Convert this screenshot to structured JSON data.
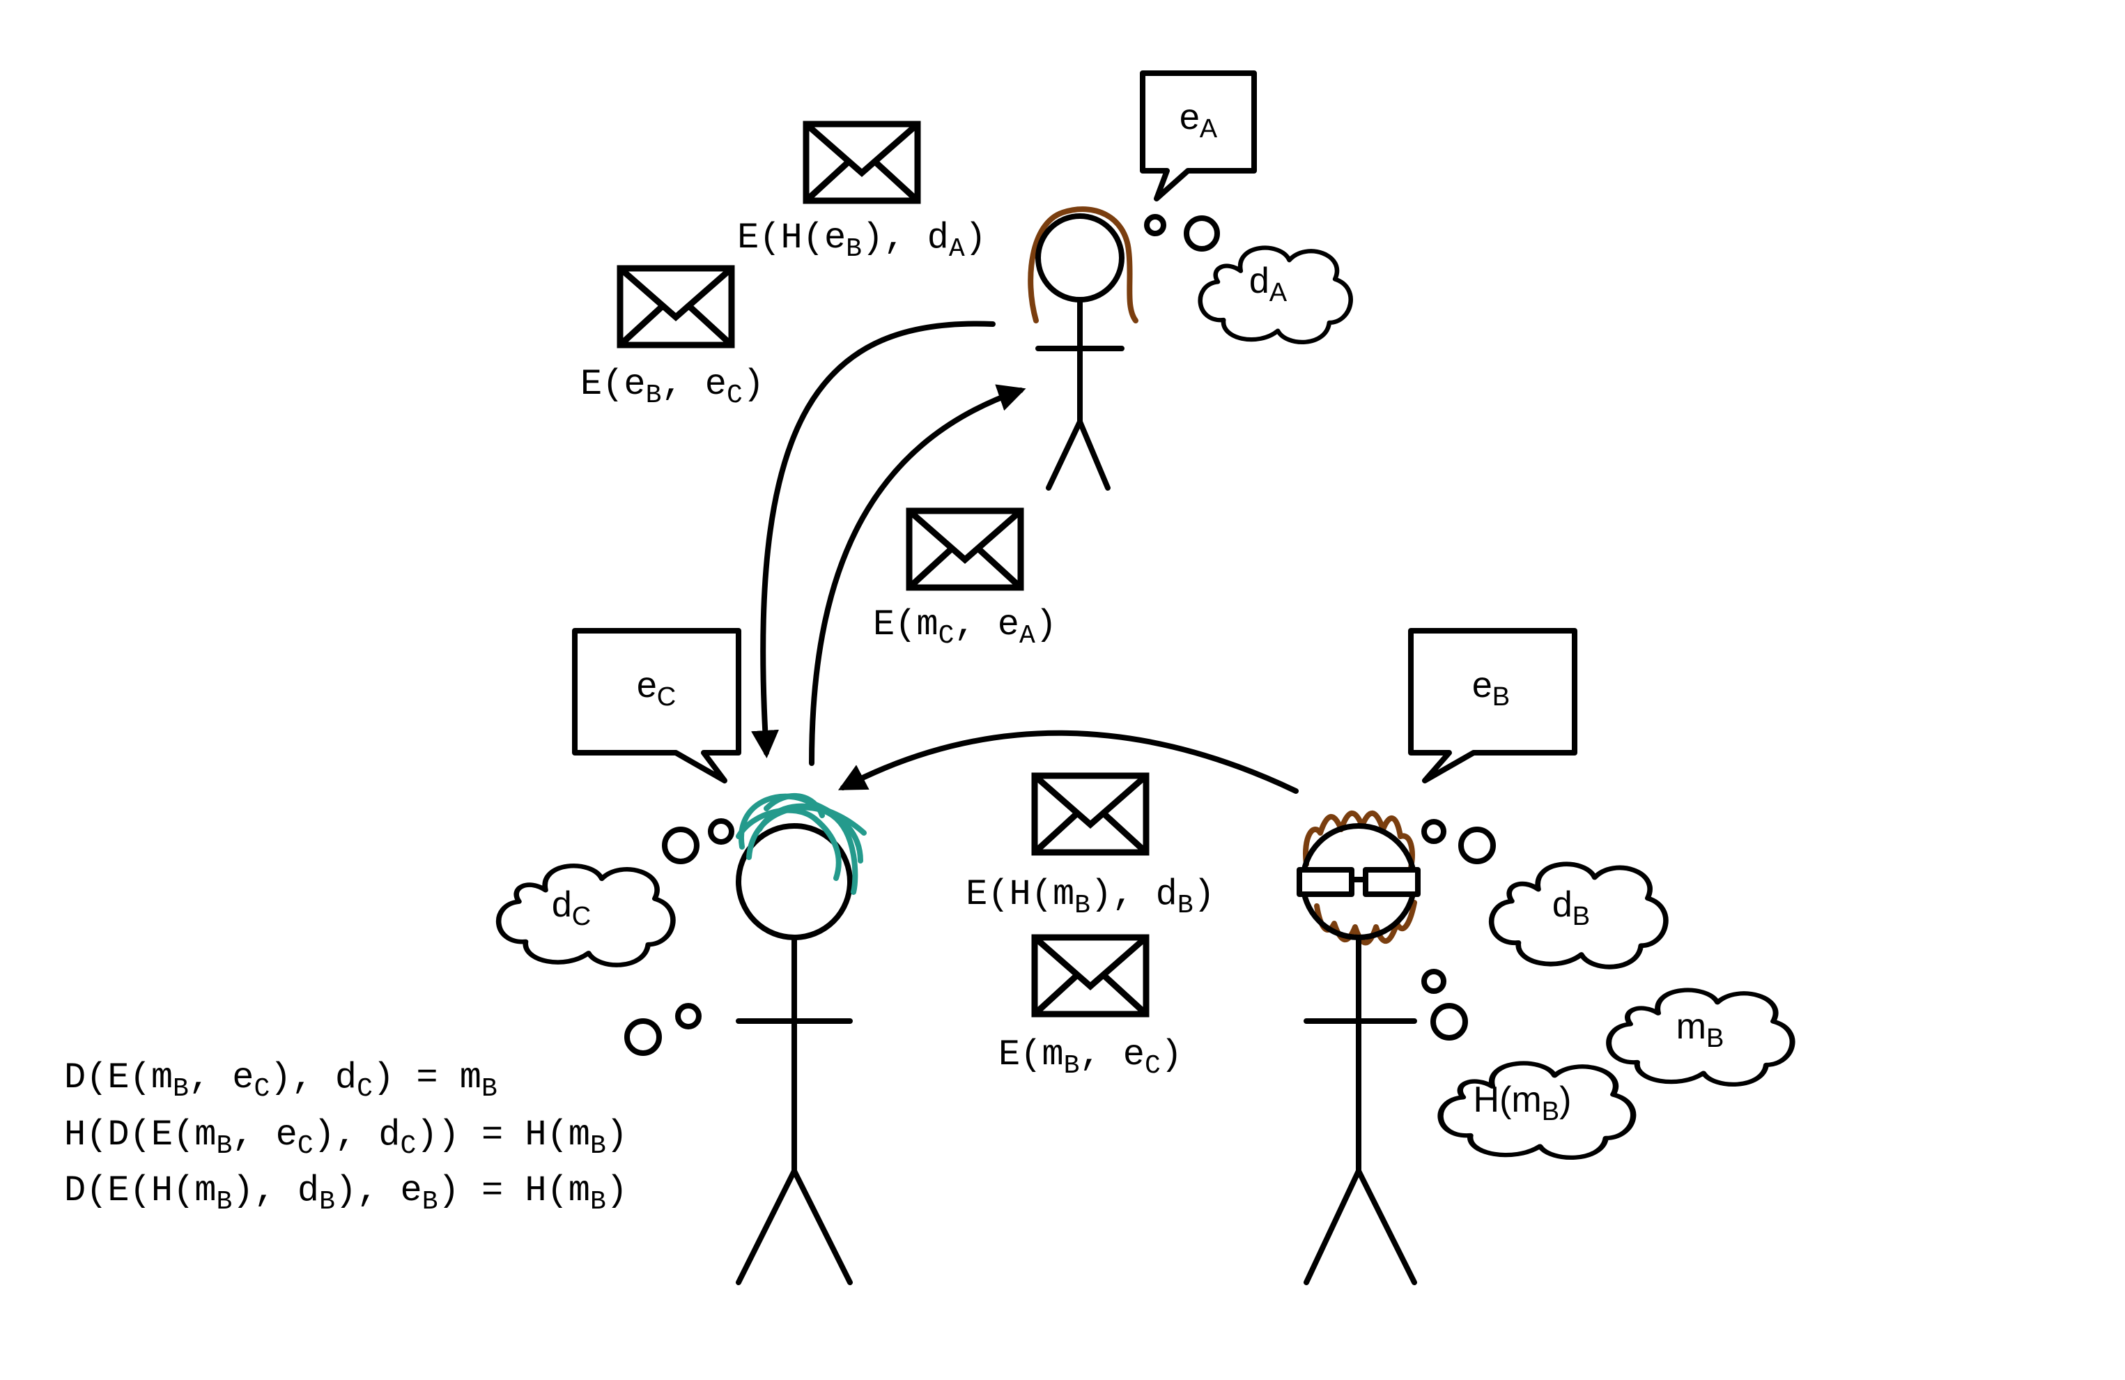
{
  "colors": {
    "line": "#000000",
    "alice_hair": "#7a3e0f",
    "carol_hair": "#249a8c",
    "bob_hair": "#7a3e0f",
    "background": "#ffffff"
  },
  "speech": {
    "alice": {
      "base": "e",
      "sub": "A"
    },
    "carol": {
      "base": "e",
      "sub": "C"
    },
    "bob": {
      "base": "e",
      "sub": "B"
    }
  },
  "thoughts": {
    "alice": [
      {
        "base": "d",
        "sub": "A"
      }
    ],
    "carol": [
      {
        "base": "d",
        "sub": "C"
      }
    ],
    "bob": [
      {
        "base": "d",
        "sub": "B"
      },
      {
        "base": "m",
        "sub": "B"
      },
      {
        "pre": "H(",
        "base": "m",
        "sub": "B",
        "post": ")"
      }
    ]
  },
  "messages": {
    "alice_sign": {
      "p1": "E(H(e",
      "s1": "B",
      "p2": "), d",
      "s2": "A",
      "p3": ")"
    },
    "alice_enc": {
      "p1": "E(e",
      "s1": "B",
      "p2": ", e",
      "s2": "C",
      "p3": ")"
    },
    "carol_to_alice": {
      "p1": "E(m",
      "s1": "C",
      "p2": ", e",
      "s2": "A",
      "p3": ")"
    },
    "bob_sign": {
      "p1": "E(H(m",
      "s1": "B",
      "p2": "), d",
      "s2": "B",
      "p3": ")"
    },
    "bob_enc": {
      "p1": "E(m",
      "s1": "B",
      "p2": ", e",
      "s2": "C",
      "p3": ")"
    }
  },
  "equations": [
    {
      "p1": "D(E(m",
      "s1": "B",
      "p2": ", e",
      "s2": "C",
      "p3": "), d",
      "s3": "C",
      "p4": ") = m",
      "s4": "B",
      "p5": ""
    },
    {
      "p1": "H(D(E(m",
      "s1": "B",
      "p2": ", e",
      "s2": "C",
      "p3": "), d",
      "s3": "C",
      "p4": ")) = H(m",
      "s4": "B",
      "p5": ")"
    },
    {
      "p1": "D(E(H(m",
      "s1": "B",
      "p2": "), d",
      "s2": "B",
      "p3": "), e",
      "s3": "B",
      "p4": ") = H(m",
      "s4": "B",
      "p5": ")"
    }
  ],
  "icons": [
    "envelope-icon",
    "arrow-icon",
    "stick-figure-icon",
    "speech-bubble-icon",
    "thought-cloud-icon"
  ]
}
